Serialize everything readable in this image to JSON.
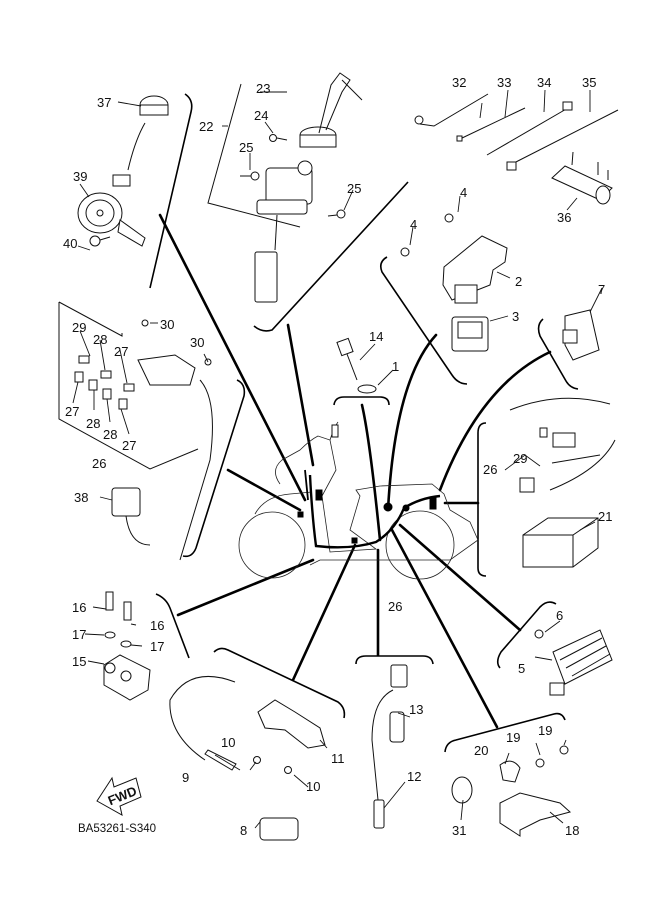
{
  "diagram": {
    "title": "Electrical parts exploded view",
    "drawing_code": "BA53261-S340",
    "direction_label": "FWD",
    "line_color": "#000000",
    "background_color": "#ffffff",
    "callouts": [
      {
        "id": "c1",
        "label": "1",
        "part": "gasket"
      },
      {
        "id": "c2",
        "label": "2",
        "part": "ecu-unit"
      },
      {
        "id": "c3",
        "label": "3",
        "part": "ecu-connector-cover"
      },
      {
        "id": "c4a",
        "label": "4",
        "part": "bolt"
      },
      {
        "id": "c4b",
        "label": "4",
        "part": "bolt"
      },
      {
        "id": "c5",
        "label": "5",
        "part": "rectifier-regulator"
      },
      {
        "id": "c6",
        "label": "6",
        "part": "bolt"
      },
      {
        "id": "c7",
        "label": "7",
        "part": "relay"
      },
      {
        "id": "c8",
        "label": "8",
        "part": "ignition-coil"
      },
      {
        "id": "c9",
        "label": "9",
        "part": "high-tension-cord"
      },
      {
        "id": "c10a",
        "label": "10",
        "part": "screw"
      },
      {
        "id": "c10b",
        "label": "10",
        "part": "screw"
      },
      {
        "id": "c11",
        "label": "11",
        "part": "spark-plug-cap"
      },
      {
        "id": "c12",
        "label": "12",
        "part": "oxygen-sensor"
      },
      {
        "id": "c13",
        "label": "13",
        "part": "sensor-holder"
      },
      {
        "id": "c14",
        "label": "14",
        "part": "temperature-sensor"
      },
      {
        "id": "c15",
        "label": "15",
        "part": "sensor-bracket"
      },
      {
        "id": "c16a",
        "label": "16",
        "part": "bolt"
      },
      {
        "id": "c16b",
        "label": "16",
        "part": "bolt"
      },
      {
        "id": "c17a",
        "label": "17",
        "part": "washer"
      },
      {
        "id": "c17b",
        "label": "17",
        "part": "washer"
      },
      {
        "id": "c18",
        "label": "18",
        "part": "bracket"
      },
      {
        "id": "c19a",
        "label": "19",
        "part": "bolt"
      },
      {
        "id": "c19b",
        "label": "19",
        "part": "bolt"
      },
      {
        "id": "c20",
        "label": "20",
        "part": "clamp"
      },
      {
        "id": "c21",
        "label": "21",
        "part": "battery"
      },
      {
        "id": "c22",
        "label": "22",
        "part": "main-switch-assembly"
      },
      {
        "id": "c23",
        "label": "23",
        "part": "key-set"
      },
      {
        "id": "c24",
        "label": "24",
        "part": "screw"
      },
      {
        "id": "c25a",
        "label": "25",
        "part": "bolt"
      },
      {
        "id": "c25b",
        "label": "25",
        "part": "bolt"
      },
      {
        "id": "c26a",
        "label": "26",
        "part": "wire-harness"
      },
      {
        "id": "c26b",
        "label": "26",
        "part": "wire-harness"
      },
      {
        "id": "c26c",
        "label": "26",
        "part": "wire-harness"
      },
      {
        "id": "c27a",
        "label": "27",
        "part": "fuse"
      },
      {
        "id": "c27b",
        "label": "27",
        "part": "fuse"
      },
      {
        "id": "c27c",
        "label": "27",
        "part": "fuse"
      },
      {
        "id": "c28a",
        "label": "28",
        "part": "fuse"
      },
      {
        "id": "c28b",
        "label": "28",
        "part": "fuse"
      },
      {
        "id": "c28c",
        "label": "28",
        "part": "fuse"
      },
      {
        "id": "c29a",
        "label": "29",
        "part": "fuse"
      },
      {
        "id": "c29b",
        "label": "29",
        "part": "fuse"
      },
      {
        "id": "c30a",
        "label": "30",
        "part": "rivet"
      },
      {
        "id": "c30b",
        "label": "30",
        "part": "rivet"
      },
      {
        "id": "c31",
        "label": "31",
        "part": "clamp"
      },
      {
        "id": "c32",
        "label": "32",
        "part": "band"
      },
      {
        "id": "c33",
        "label": "33",
        "part": "band"
      },
      {
        "id": "c34",
        "label": "34",
        "part": "band"
      },
      {
        "id": "c35",
        "label": "35",
        "part": "band"
      },
      {
        "id": "c36",
        "label": "36",
        "part": "holder"
      },
      {
        "id": "c37",
        "label": "37",
        "part": "switch"
      },
      {
        "id": "c38",
        "label": "38",
        "part": "relay"
      },
      {
        "id": "c39",
        "label": "39",
        "part": "horn"
      },
      {
        "id": "c40",
        "label": "40",
        "part": "bolt"
      }
    ]
  }
}
